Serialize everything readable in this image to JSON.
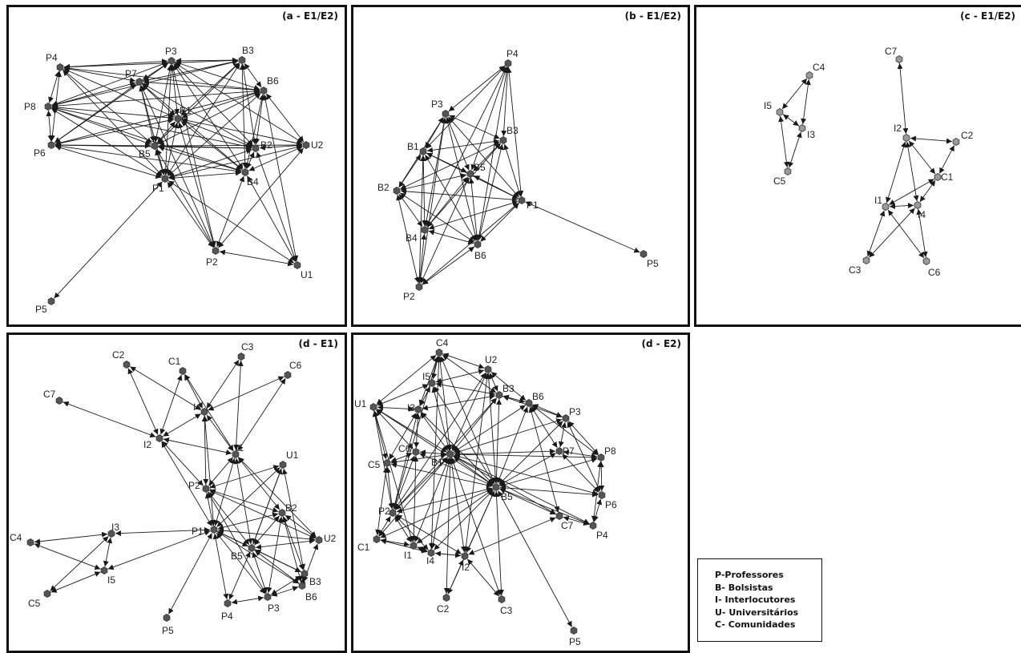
{
  "panels": [
    {
      "id": "a",
      "title": "(a - E1/E2)",
      "nodes": [
        {
          "id": "P3"
        },
        {
          "id": "B3"
        },
        {
          "id": "P4"
        },
        {
          "id": "P7"
        },
        {
          "id": "B6"
        },
        {
          "id": "P8"
        },
        {
          "id": "B1"
        },
        {
          "id": "P6"
        },
        {
          "id": "B5"
        },
        {
          "id": "B2"
        },
        {
          "id": "U2"
        },
        {
          "id": "P1"
        },
        {
          "id": "B4"
        },
        {
          "id": "P2"
        },
        {
          "id": "U1"
        },
        {
          "id": "P5"
        }
      ]
    },
    {
      "id": "b",
      "title": "(b - E1/E2)",
      "nodes": [
        {
          "id": "P4"
        },
        {
          "id": "P3"
        },
        {
          "id": "B3"
        },
        {
          "id": "B1"
        },
        {
          "id": "B5"
        },
        {
          "id": "B2"
        },
        {
          "id": "P1"
        },
        {
          "id": "B4"
        },
        {
          "id": "B6"
        },
        {
          "id": "P5"
        },
        {
          "id": "P2"
        }
      ]
    },
    {
      "id": "c",
      "title": "(c - E1/E2)",
      "nodes": [
        {
          "id": "C7"
        },
        {
          "id": "C4"
        },
        {
          "id": "I5"
        },
        {
          "id": "I3"
        },
        {
          "id": "C5"
        },
        {
          "id": "I2"
        },
        {
          "id": "C2"
        },
        {
          "id": "C1"
        },
        {
          "id": "I1"
        },
        {
          "id": "I4"
        },
        {
          "id": "C3"
        },
        {
          "id": "C6"
        }
      ]
    },
    {
      "id": "d1",
      "title": "(d - E1)",
      "nodes": [
        {
          "id": "C3"
        },
        {
          "id": "C2"
        },
        {
          "id": "C1"
        },
        {
          "id": "C6"
        },
        {
          "id": "C7"
        },
        {
          "id": "I4"
        },
        {
          "id": "I2"
        },
        {
          "id": "I1"
        },
        {
          "id": "U1"
        },
        {
          "id": "P2"
        },
        {
          "id": "B2"
        },
        {
          "id": "I3"
        },
        {
          "id": "P1"
        },
        {
          "id": "U2"
        },
        {
          "id": "C4"
        },
        {
          "id": "B5"
        },
        {
          "id": "I5"
        },
        {
          "id": "B3"
        },
        {
          "id": "B6"
        },
        {
          "id": "C5"
        },
        {
          "id": "P3"
        },
        {
          "id": "P4"
        },
        {
          "id": "P5"
        }
      ]
    },
    {
      "id": "d2",
      "title": "(d - E2)",
      "nodes": [
        {
          "id": "C4"
        },
        {
          "id": "U2"
        },
        {
          "id": "I5"
        },
        {
          "id": "B3"
        },
        {
          "id": "B6"
        },
        {
          "id": "U1"
        },
        {
          "id": "I3"
        },
        {
          "id": "P3"
        },
        {
          "id": "C6"
        },
        {
          "id": "B1"
        },
        {
          "id": "P7"
        },
        {
          "id": "P8"
        },
        {
          "id": "C5"
        },
        {
          "id": "B5"
        },
        {
          "id": "P6"
        },
        {
          "id": "P2"
        },
        {
          "id": "C7"
        },
        {
          "id": "P4"
        },
        {
          "id": "C1"
        },
        {
          "id": "I1"
        },
        {
          "id": "I4"
        },
        {
          "id": "I2"
        },
        {
          "id": "C2"
        },
        {
          "id": "C3"
        },
        {
          "id": "P5"
        }
      ]
    }
  ],
  "legend": [
    "P-Professores",
    "B- Bolsistas",
    "I- Interlocutores",
    "U- Universitários",
    "C- Comunidades"
  ],
  "colors": {
    "node": "#555555",
    "node_light": "#9a9a9a",
    "edge": "#1a1a1a",
    "border": "#111111"
  }
}
